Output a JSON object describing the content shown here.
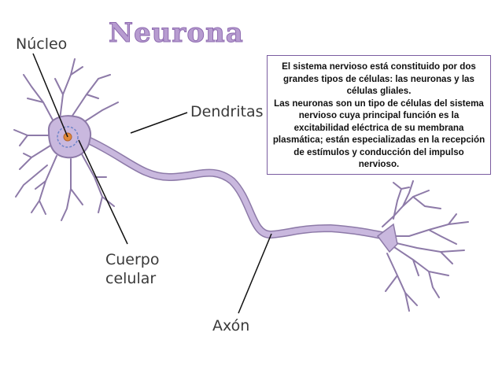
{
  "title": "Neurona",
  "labels": {
    "nucleo": "Núcleo",
    "dendritas": "Dendritas",
    "cuerpo_line1": "Cuerpo",
    "cuerpo_line2": "celular",
    "axon": "Axón"
  },
  "description": {
    "paragraph1": "El sistema nervioso está constituido por dos grandes tipos de células: las neuronas y las células gliales.",
    "paragraph2": "Las neuronas son un tipo de células del sistema nervioso cuya principal función es la excitabilidad eléctrica de su membrana plasmática; están especializadas en la recepción de estímulos y conducción del impulso nervioso."
  },
  "colors": {
    "neuron_fill": "#c9b8de",
    "neuron_stroke": "#8d7aa8",
    "title": "#b79cd0",
    "nucleus": "#e08a3c"
  }
}
